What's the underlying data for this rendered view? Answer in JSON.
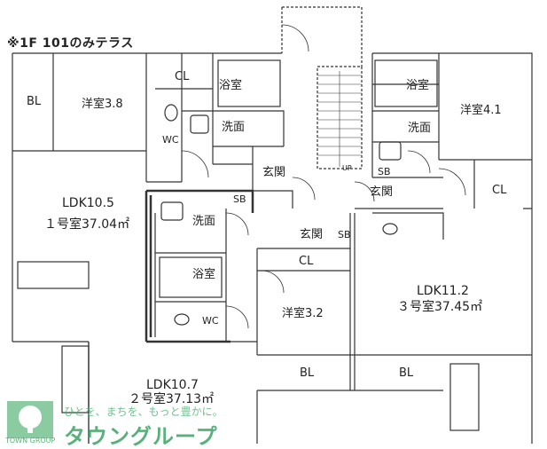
{
  "note": "※1F 101のみテラス",
  "rooms": {
    "bl_left": "BL",
    "yoshitsu_a": "洋室3.8",
    "cl_top_left": "CL",
    "yokushitsu_a": "浴室",
    "senmen_a": "洗面",
    "wc_a": "WC",
    "genkan_a": "玄関",
    "sb_a": "SB",
    "ldk_1_size": "LDK10.5",
    "ldk_1_unit": "１号室37.04㎡",
    "senmen_b": "洗面",
    "yokushitsu_b": "浴室",
    "wc_b": "WC",
    "genkan_b": "玄関",
    "sb_b": "SB",
    "cl_mid": "CL",
    "yoshitsu_b": "洋室3.2",
    "bl_mid_a": "BL",
    "bl_mid_b": "BL",
    "ldk_2_size": "LDK10.7",
    "ldk_2_unit": "２号室37.13㎡",
    "yokushitsu_c": "浴室",
    "senmen_c": "洗面",
    "sb_c": "SB",
    "genkan_c": "玄関",
    "yoshitsu_c": "洋室4.1",
    "cl_right": "CL",
    "ldk_3_size": "LDK11.2",
    "ldk_3_unit": "３号室37.45㎡",
    "stair_up": "UP"
  },
  "logo": {
    "tagline": "ひとを、まちを、もっと豊かに。",
    "name": "タウングループ",
    "sub": "TOWN GROUP"
  },
  "colors": {
    "wall": "#333333",
    "logo_green": "#2f9e5b"
  }
}
